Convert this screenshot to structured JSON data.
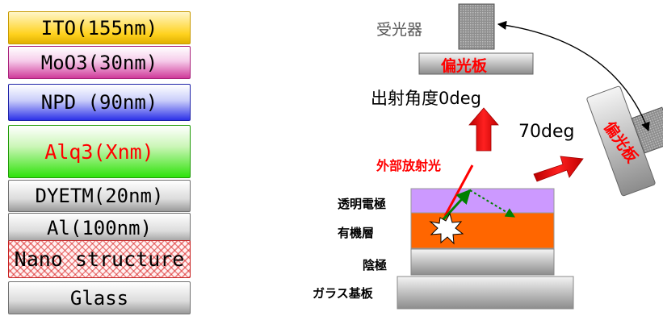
{
  "layer_stack": {
    "items": [
      {
        "label": "ITO(155nm)"
      },
      {
        "label": "MoO3(30nm)"
      },
      {
        "label": "NPD (90nm)"
      },
      {
        "label": "Alq3(Xnm)"
      },
      {
        "label": "DYETM(20nm)"
      },
      {
        "label": "Al(100nm)"
      },
      {
        "label": "Nano structure"
      },
      {
        "label": "Glass"
      }
    ]
  },
  "setup": {
    "detector": "受光器",
    "polarizer_top": "偏光板",
    "polarizer_side": "偏光板",
    "emission_angle_label": "出射角度0deg",
    "angle_70": "70deg",
    "external_emission": "外部放射光",
    "device_layers": {
      "transparent_electrode": "透明電極",
      "organic_layer": "有機層",
      "cathode": "陰極",
      "glass_substrate": "ガラス基板"
    }
  },
  "colors": {
    "accent_red": "#ff0000",
    "organic_orange": "#ff6600",
    "electrode_purple": "#cc99ff",
    "ray_green": "#008000"
  }
}
